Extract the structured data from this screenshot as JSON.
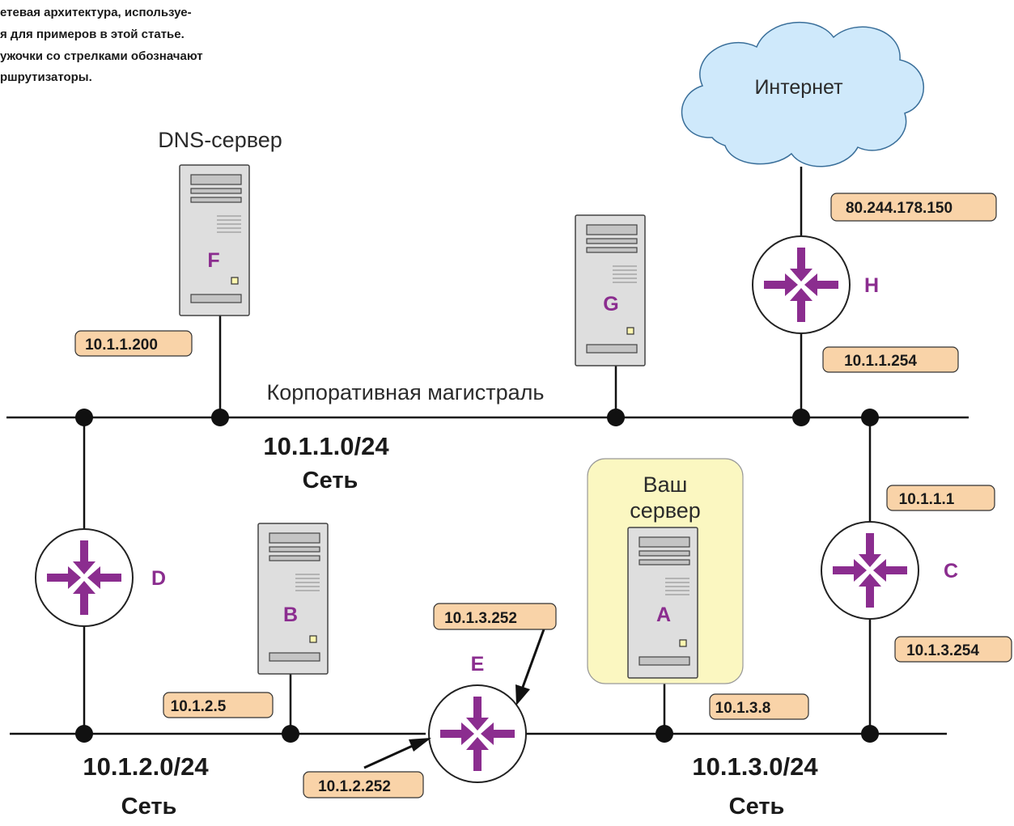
{
  "caption": {
    "lines": [
      "етевая архитектура, используе-",
      "я для примеров в этой статье.",
      "ужочки со стрелками обозначают",
      "ршрутизаторы."
    ]
  },
  "internet": {
    "label": "Интернет"
  },
  "dns_server": {
    "title": "DNS-сервер",
    "letter": "F"
  },
  "server_g": {
    "letter": "G"
  },
  "server_b": {
    "letter": "B"
  },
  "your_server": {
    "title_line1": "Ваш",
    "title_line2": "сервер",
    "letter": "A"
  },
  "routers": {
    "h": {
      "letter": "H"
    },
    "d": {
      "letter": "D"
    },
    "c": {
      "letter": "C"
    },
    "e": {
      "letter": "E"
    }
  },
  "ip_labels": {
    "internet_h": "80.244.178.150",
    "dns": "10.1.1.200",
    "h_backbone": "10.1.1.254",
    "c_backbone": "10.1.1.1",
    "c_net3": "10.1.3.254",
    "e_net3": "10.1.3.252",
    "b": "10.1.2.5",
    "a": "10.1.3.8",
    "e_net2": "10.1.2.252"
  },
  "networks": {
    "backbone_name": "Корпоративная магистраль",
    "backbone_addr": "10.1.1.0/24",
    "backbone_word": "Сеть",
    "net2_addr": "10.1.2.0/24",
    "net2_word": "Сеть",
    "net3_addr": "10.1.3.0/24",
    "net3_word": "Сеть"
  },
  "colors": {
    "arrow_purple": "#8b2d8f",
    "ip_fill": "#f9d3a8",
    "highlight": "#fbf7c1",
    "cloud": "#cfe9fb"
  }
}
